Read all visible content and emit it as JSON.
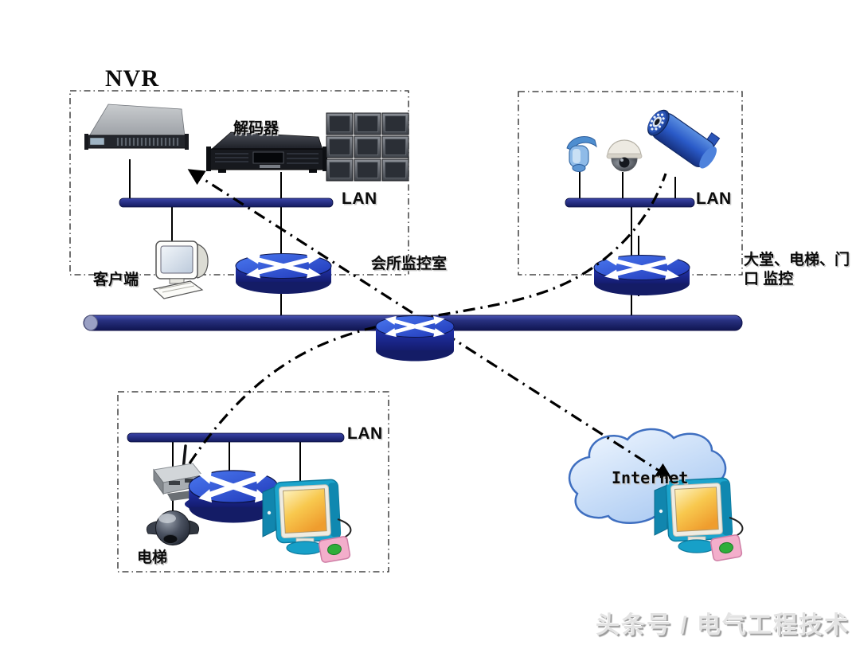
{
  "diagram": {
    "type": "network-topology",
    "background": "#ffffff"
  },
  "labels": {
    "nvr": "NVR",
    "decoder": "解码器",
    "client": "客户端",
    "club_room": "会所监控室",
    "lan_club": "LAN",
    "lan_entrance": "LAN",
    "lan_elevator": "LAN",
    "entrance_zone": "大堂、电梯、门口 监控",
    "elevator": "电梯",
    "internet": "Internet"
  },
  "watermark": "头条号 / 电气工程技术",
  "icons": [
    "nvr-server-icon",
    "decoder-icon",
    "video-wall-icon",
    "client-pc-icon",
    "ptz-camera-icon",
    "dome-camera-icon",
    "bullet-camera-icon",
    "switch-icon",
    "core-router-icon",
    "backbone-bus-icon",
    "lan-bus-icon",
    "wireless-ap-icon",
    "elevator-camera-icon",
    "workstation-icon",
    "internet-cloud-icon",
    "dashdot-arrow-icon"
  ],
  "colors": {
    "backbone_navy": "#1b2382",
    "lan_bar": "#232c8c",
    "switch_blue": "#2e55d4",
    "cloud_fill": "#cfe2fa",
    "cloud_stroke": "#3f6fc0",
    "screen_yellow": "#f5b93c",
    "monitor_teal": "#18a0c8",
    "mousepad_pink": "#f3aecb",
    "mouse_green": "#2fae3a",
    "line_black": "#000000"
  }
}
